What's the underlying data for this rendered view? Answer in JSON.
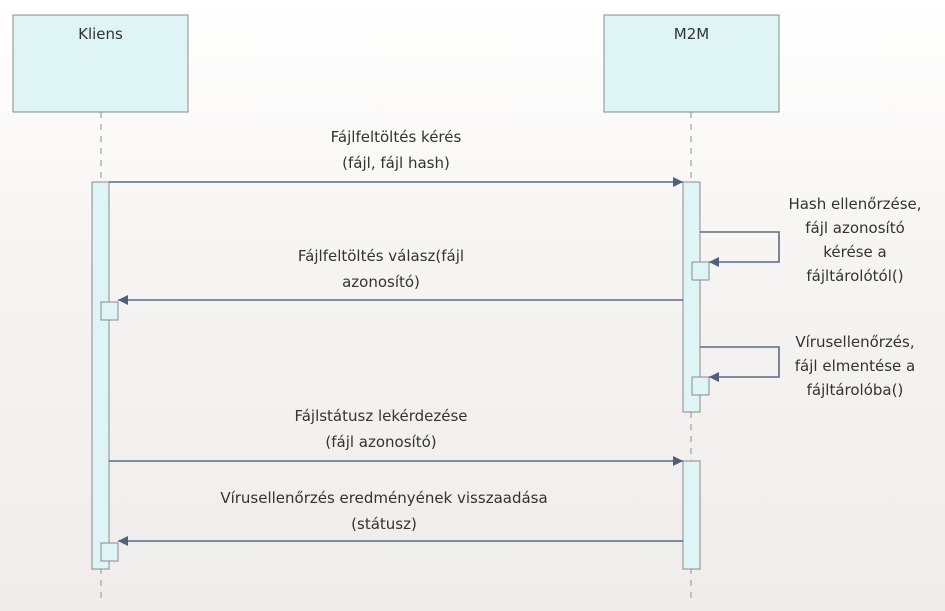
{
  "participants": [
    {
      "name": "Kliens"
    },
    {
      "name": "M2M"
    }
  ],
  "messages": [
    {
      "line1": "Fájlfeltöltés kérés",
      "line2": "(fájl, fájl hash)"
    },
    {
      "line1": "Fájlfeltöltés válasz(fájl",
      "line2": "azonosító)"
    },
    {
      "line1": "Fájlstátusz lekérdezése",
      "line2": "(fájl azonosító)"
    },
    {
      "line1": "Vírusellenőrzés eredményének visszaadása",
      "line2": "(státusz)"
    }
  ],
  "self_calls": [
    {
      "line1": "Hash ellenőrzése,",
      "line2": "fájl azonosító",
      "line3": "kérése a",
      "line4": "fájltárolótól()"
    },
    {
      "line1": "Vírusellenőrzés,",
      "line2": "fájl elmentése a",
      "line3": "fájltárolóba()"
    }
  ],
  "colors": {
    "box_fill": "#dff5f5",
    "box_stroke": "#8a8a8a",
    "arrow": "#5a6a85",
    "lifeline": "#a0a0a0"
  }
}
